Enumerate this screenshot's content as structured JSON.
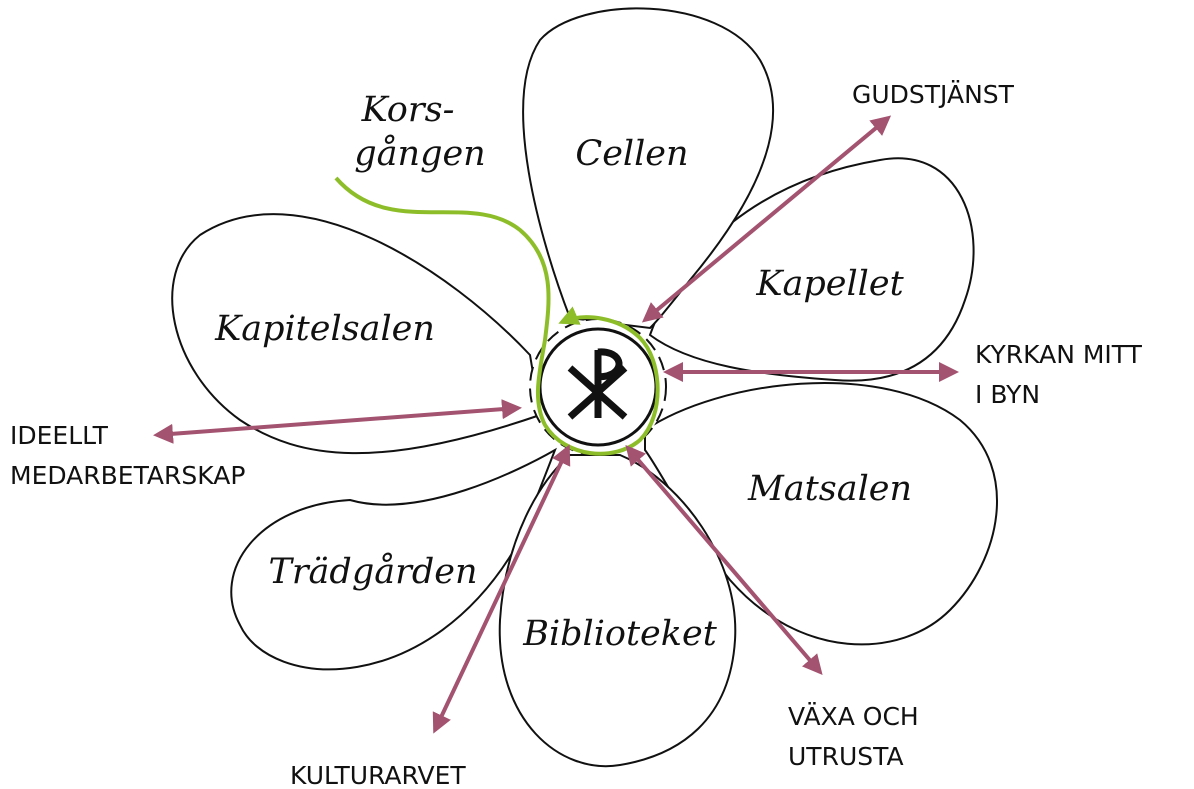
{
  "petals": {
    "cellen": "Cellen",
    "kapellet": "Kapellet",
    "matsalen": "Matsalen",
    "biblioteket": "Biblioteket",
    "tradgarden": "Trädgården",
    "kapitelsalen": "Kapitelsalen"
  },
  "korsgangen": {
    "line1": "Kors-",
    "line2": "gången"
  },
  "outer": {
    "gudstjanst": "GUDSTJÄNST",
    "kyrkan_line1": "KYRKAN MITT",
    "kyrkan_line2": "I BYN",
    "vaxa_line1": "VÄXA OCH",
    "vaxa_line2": "UTRUSTA",
    "kulturarvet": "KULTURARVET",
    "ideellt_line1": "IDEELLT",
    "ideellt_line2": "MEDARBETARSKAP"
  },
  "center_symbol": "chi-rho-symbol",
  "colors": {
    "arrow": "#a3526f",
    "cloister_path": "#8dbe2a",
    "outline": "#111111"
  }
}
